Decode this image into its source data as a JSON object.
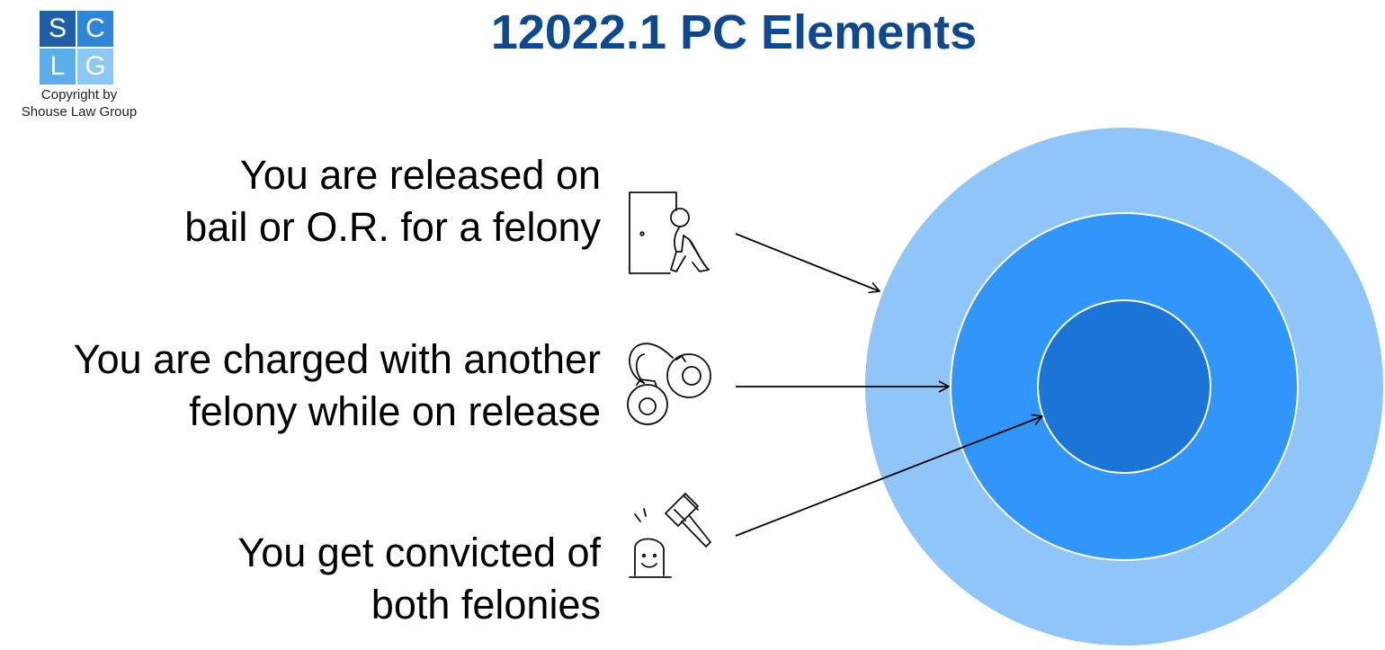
{
  "logo": {
    "letters": [
      "S",
      "C",
      "L",
      "G"
    ],
    "colors": [
      "#1f5fa8",
      "#2f86d6",
      "#5aaeea",
      "#8cc8f5"
    ],
    "copyright_line1": "Copyright by",
    "copyright_line2": "Shouse Law Group"
  },
  "title": "12022.1 PC Elements",
  "colors": {
    "title": "#0d4891",
    "outer_ring": "#90c5fa",
    "middle_ring": "#3196f9",
    "inner_circle": "#1a75d6",
    "arrow": "#000000"
  },
  "elements": [
    {
      "line1": "You are released on",
      "line2": "bail or O.R. for a felony",
      "icon": "door-walking-person-icon"
    },
    {
      "line1": "You are charged with another",
      "line2": "felony while on release",
      "icon": "handcuffs-icon"
    },
    {
      "line1": "You get convicted of",
      "line2": "both felonies",
      "icon": "gavel-icon"
    }
  ]
}
